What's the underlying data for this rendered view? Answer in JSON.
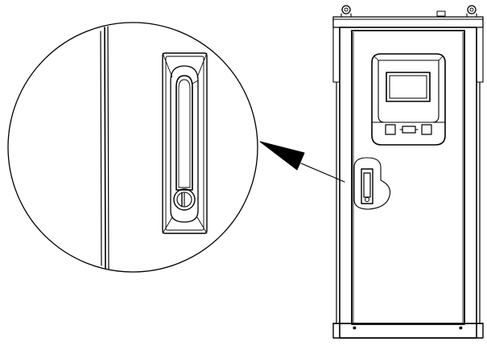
{
  "drawing": {
    "subject": "cabinet-with-door-handle-detail",
    "colors": {
      "line": "#000000",
      "background": "#ffffff"
    },
    "parts": {
      "cabinet": [
        "cabinet-top-frame",
        "cabinet-body",
        "cabinet-door",
        "lifting-eyes",
        "control-panel",
        "display-screen",
        "panel-buttons",
        "base-feet"
      ],
      "door_handle": [
        "handle-plate",
        "handle-grip",
        "handle-lock"
      ],
      "detail_callout": [
        "detail-circle",
        "detail-ring",
        "callout-arrow"
      ]
    }
  }
}
